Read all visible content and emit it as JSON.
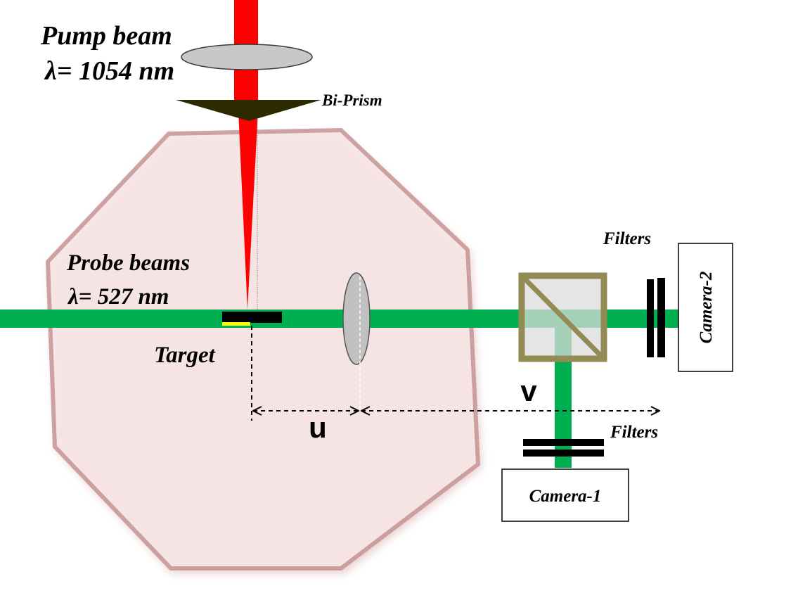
{
  "labels": {
    "pump_beam": "Pump beam",
    "pump_wavelength": "λ= 1054 nm",
    "bi_prism": "Bi-Prism",
    "probe_beams": "Probe beams",
    "probe_wavelength": "λ= 527 nm",
    "target": "Target",
    "filters_top": "Filters",
    "filters_bottom": "Filters",
    "camera_1": "Camera-1",
    "camera_2": "Camera-2",
    "distance_u": "u",
    "distance_v": "v"
  },
  "colors": {
    "pump_beam": "#ff0000",
    "probe_beam": "#00b050",
    "chamber_fill": "#f7e4e4",
    "chamber_edge": "#c9a1a1",
    "prism": "#2e2a00",
    "beam_splitter": "#948a54",
    "lens": "#c8c8c8",
    "target_highlight": "#ffff00"
  }
}
